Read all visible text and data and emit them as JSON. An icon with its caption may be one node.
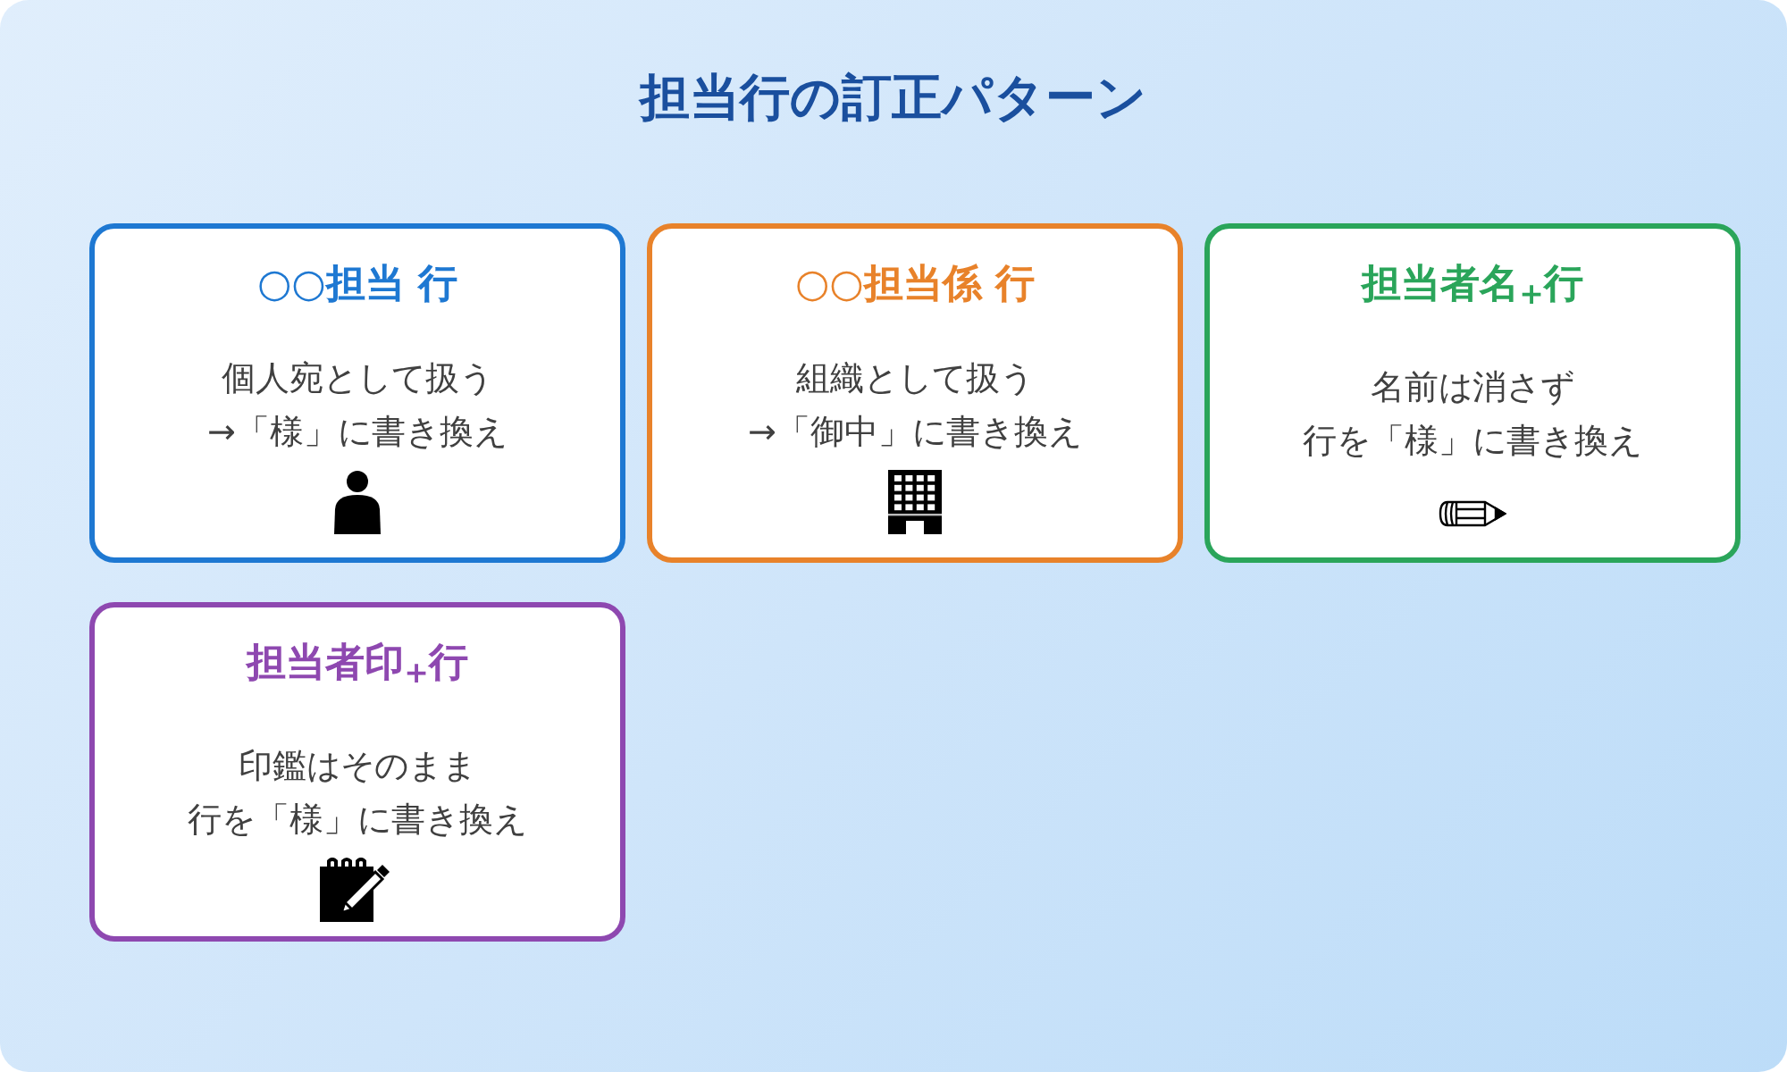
{
  "diagram": {
    "title": "担当行の訂正パターン",
    "nodes": [
      {
        "text": [
          "○○担当 行",
          "個人宛として扱う→「様」に書き換え"
        ]
      },
      {
        "text": [
          "○○担当係 行",
          "組織として扱う→「御中」に書き換え"
        ]
      },
      {
        "text": [
          "担当者名$_{+}$行",
          "名前は消さず行を「様」に書き換え"
        ]
      },
      {
        "text": [
          "担当者印$_{+}$行",
          "印鑑はそのまま行を「様」に書き換え"
        ]
      }
    ],
    "edges": []
  }
}
